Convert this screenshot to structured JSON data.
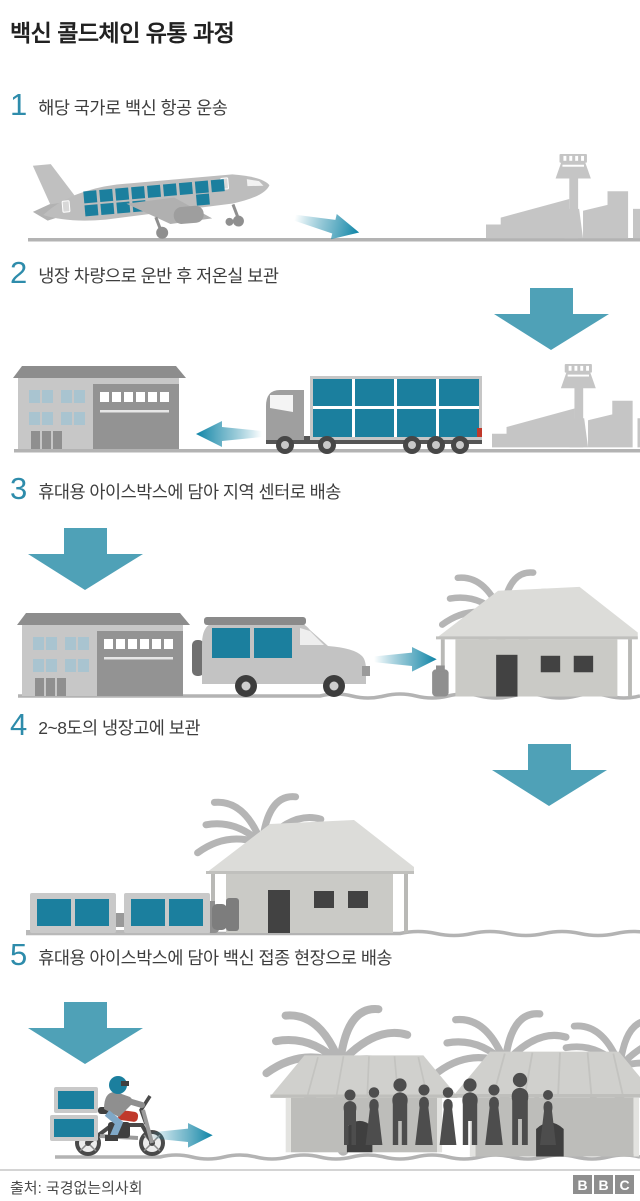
{
  "title": "백신 콜드체인 유통 과정",
  "steps": [
    {
      "number": "1",
      "label": "해당 국가로 백신 항공 운송"
    },
    {
      "number": "2",
      "label": "냉장 차량으로 운반 후 저온실 보관"
    },
    {
      "number": "3",
      "label": "휴대용 아이스박스에 담아 지역 센터로 배송"
    },
    {
      "number": "4",
      "label": "2~8도의 냉장고에 보관"
    },
    {
      "number": "5",
      "label": "휴대용 아이스박스에 담아 백신 접종 현장으로 배송"
    }
  ],
  "footer": {
    "source": "출처: 국경없는의사회",
    "logo_letters": [
      "B",
      "B",
      "C"
    ]
  },
  "colors": {
    "step_number_teal": "#2e8cab",
    "big_arrow_teal": "#4fa1b7",
    "vaccine_box_teal": "#1b7f9e",
    "gradient_arrow_teal": "#0d84a6",
    "illustration_gray": "#c3c3c3",
    "dark_silhouette": "#4d4d4d",
    "window_blue": "#a9c4d0",
    "moto_red": "#c0392b",
    "text_dark": "#3e3e3e",
    "bbc_logo_gray": "#8e8e8e"
  }
}
